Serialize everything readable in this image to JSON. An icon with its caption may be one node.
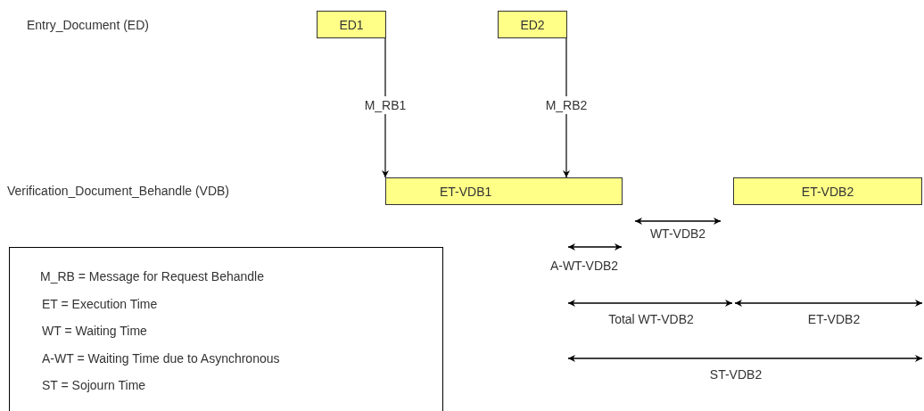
{
  "diagram": {
    "nodes": [
      {
        "text": [
          "ED1"
        ]
      },
      {
        "text": [
          "ED2"
        ]
      },
      {
        "text": [
          "ET-VDB1"
        ]
      },
      {
        "text": [
          "ET-VDB2"
        ]
      },
      {
        "text": [
          "M_RB = Message for Request Behandle",
          "ET = Execution Time",
          "WT = Waiting Time",
          "A-WT = Waiting Time due to Asynchronous",
          "ST = Sojourn Time"
        ]
      }
    ],
    "edges": [
      {
        "from": 0,
        "to": 2,
        "arrow": "to",
        "label": "M_RB1"
      },
      {
        "from": 1,
        "to": 2,
        "arrow": "to",
        "label": "M_RB2"
      }
    ],
    "labels": [
      "Entry_Document (ED)",
      "Verification_Document_Behandle (VDB)",
      "WT-VDB2",
      "A-WT-VDB2",
      "Total WT-VDB2",
      "ET-VDB2",
      "ST-VDB2"
    ]
  }
}
